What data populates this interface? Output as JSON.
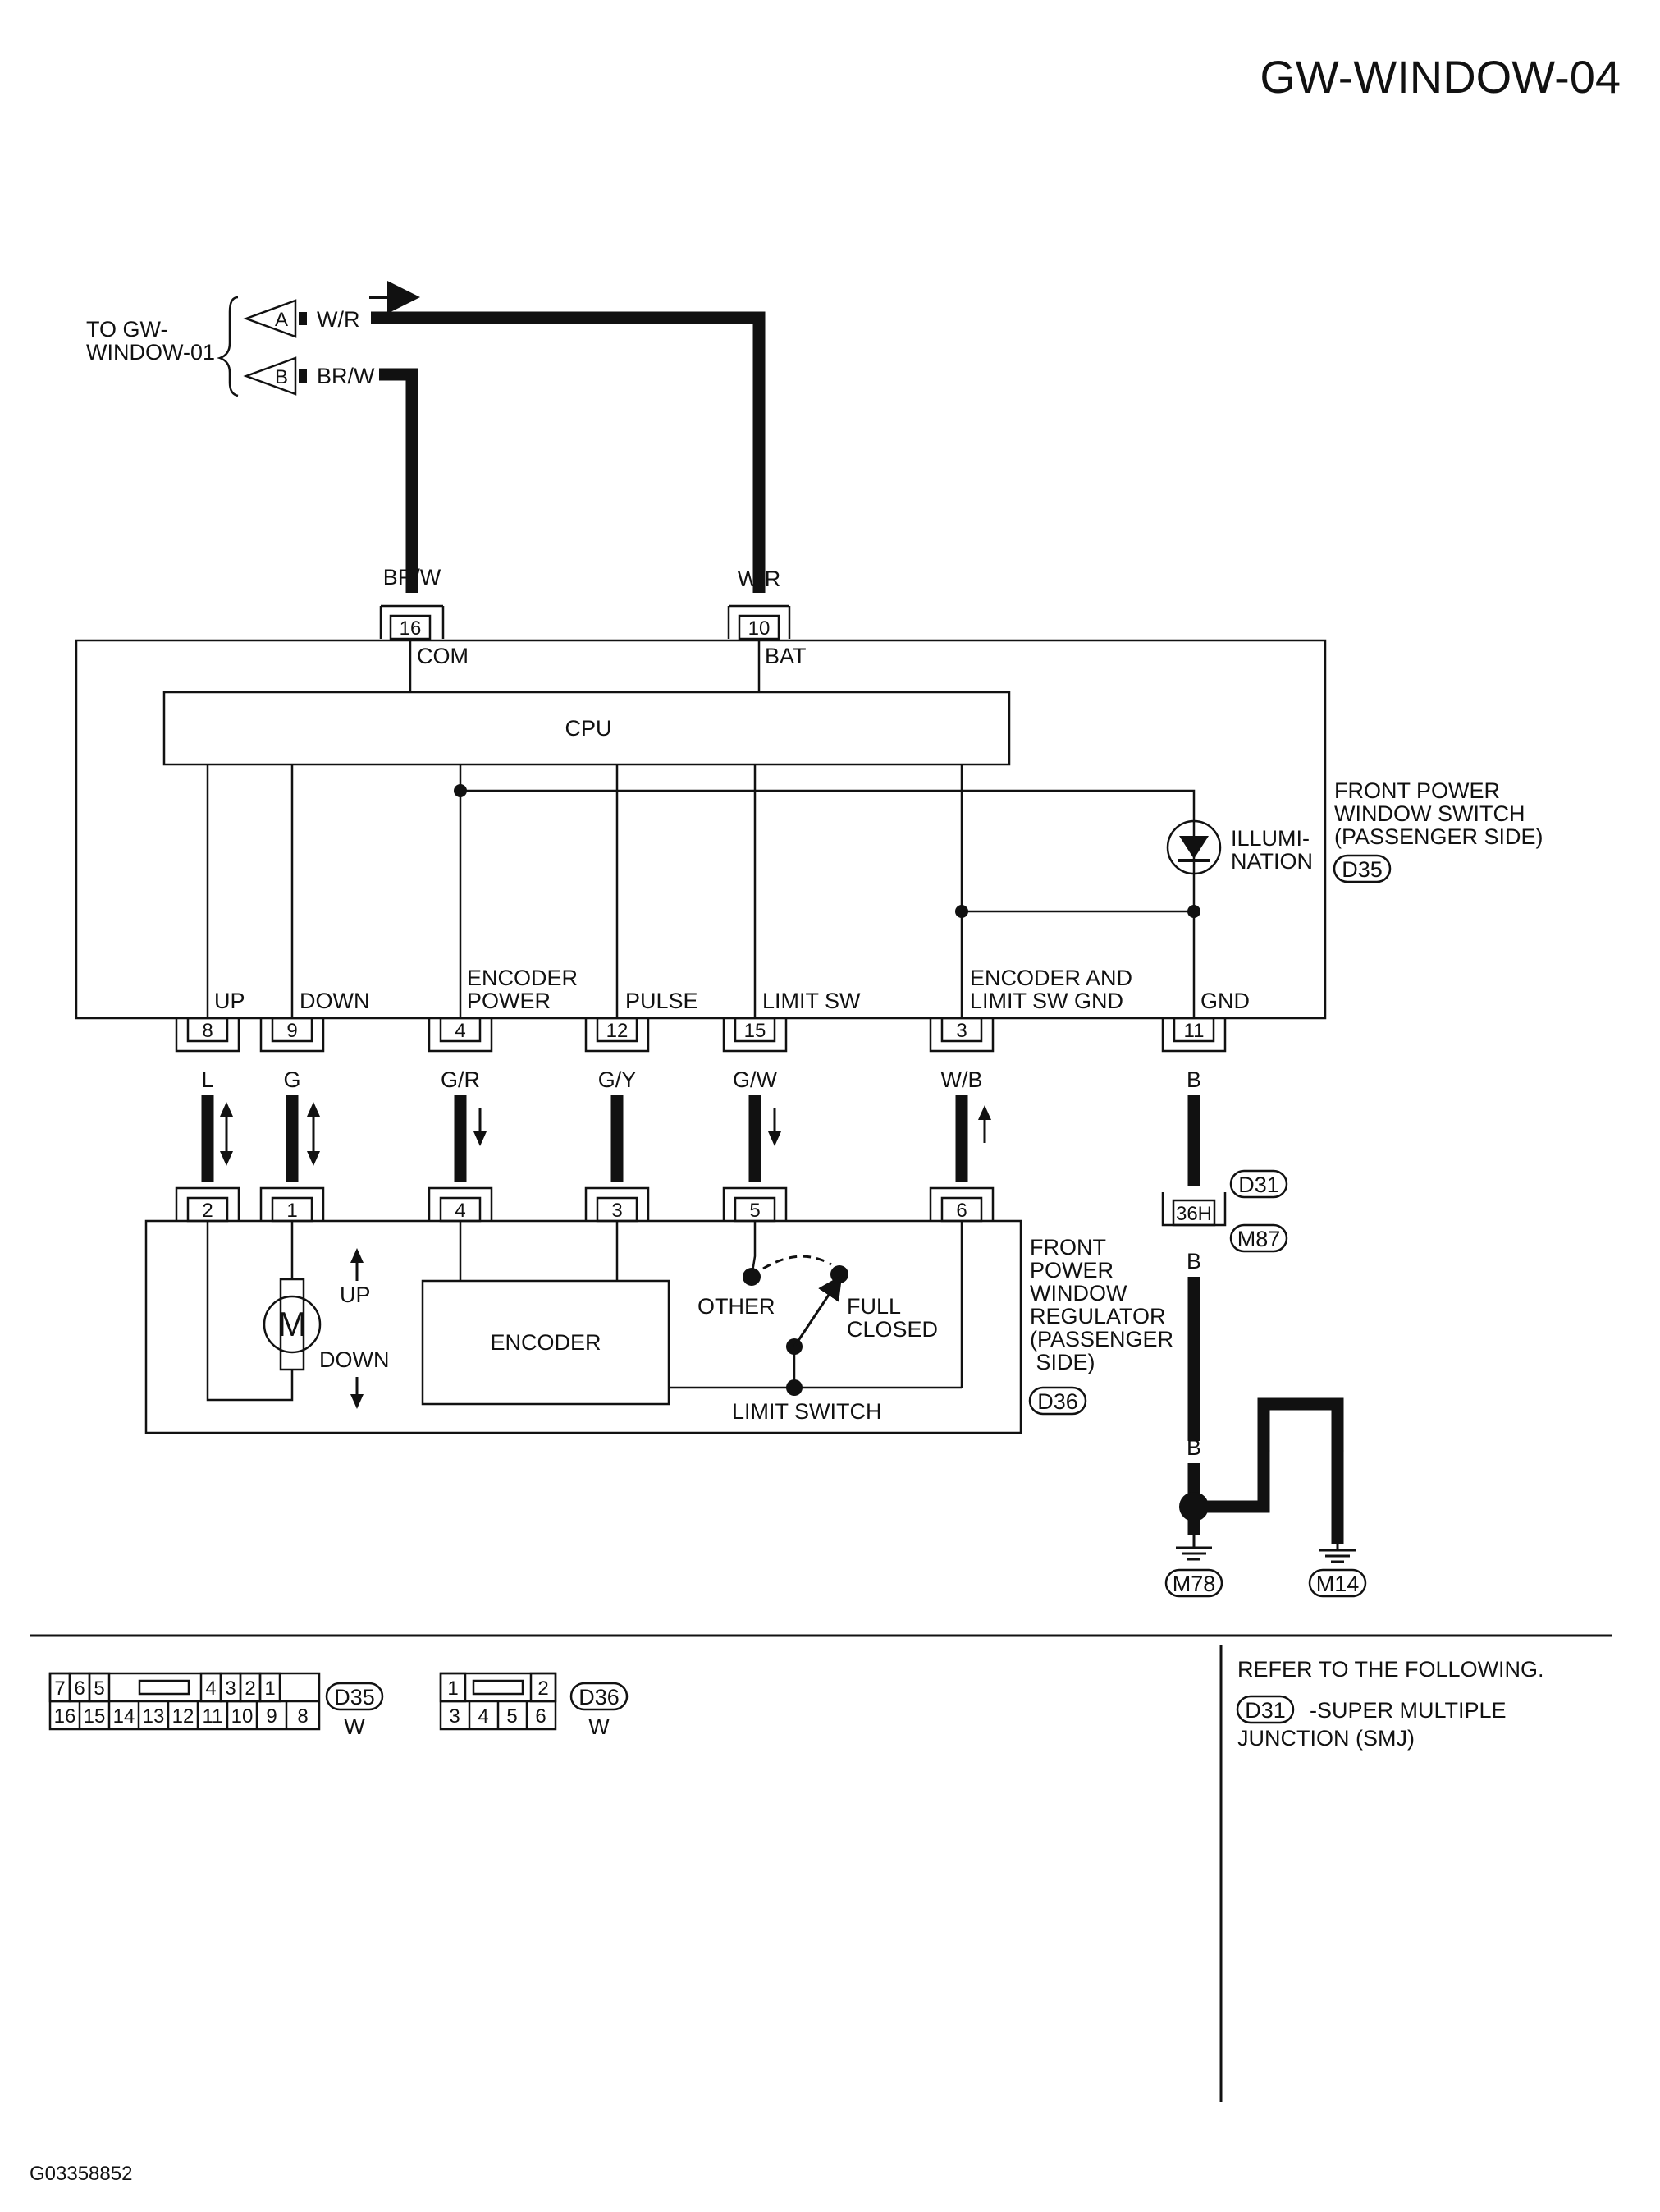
{
  "page_title": "GW-WINDOW-04",
  "figure_id": "G03358852",
  "to_label": "TO GW-\nWINDOW-01",
  "connectors_in": [
    {
      "letter": "A",
      "wire": "W/R"
    },
    {
      "letter": "B",
      "wire": "BR/W"
    }
  ],
  "switch": {
    "name": "FRONT POWER\nWINDOW SWITCH\n(PASSENGER SIDE)",
    "connector": "D35",
    "cpu_label": "CPU",
    "illumination_label": "ILLUMI-\nNATION",
    "top_pins": [
      {
        "num": "16",
        "wire": "BR/W",
        "func": "COM"
      },
      {
        "num": "10",
        "wire": "W/R",
        "func": "BAT"
      }
    ],
    "bottom_pins": [
      {
        "num": "8",
        "func": "UP",
        "wire": "L"
      },
      {
        "num": "9",
        "func": "DOWN",
        "wire": "G"
      },
      {
        "num": "4",
        "func": "ENCODER\nPOWER",
        "wire": "G/R"
      },
      {
        "num": "12",
        "func": "PULSE",
        "wire": "G/Y"
      },
      {
        "num": "15",
        "func": "LIMIT SW",
        "wire": "G/W"
      },
      {
        "num": "3",
        "func": "ENCODER AND\nLIMIT SW GND",
        "wire": "W/B"
      },
      {
        "num": "11",
        "func": "GND",
        "wire": "B"
      }
    ]
  },
  "regulator": {
    "name": "FRONT\nPOWER\nWINDOW\nREGULATOR\n(PASSENGER\nSIDE)",
    "connector": "D36",
    "pins": [
      "2",
      "1",
      "4",
      "3",
      "5",
      "6"
    ],
    "motor_label": "M",
    "up_label": "UP",
    "down_label": "DOWN",
    "encoder_label": "ENCODER",
    "other_label": "OTHER",
    "full_closed_label": "FULL\nCLOSED",
    "limit_switch_label": "LIMIT SWITCH"
  },
  "ground": {
    "joint_connector": "36H",
    "connector_tags": [
      "D31",
      "M87"
    ],
    "wire": "B",
    "grounds": [
      "M78",
      "M14"
    ]
  },
  "connector_views": [
    {
      "id": "D35",
      "color": "W",
      "top_row": [
        "7",
        "6",
        "5",
        "4",
        "3",
        "2",
        "1"
      ],
      "bottom_row": [
        "16",
        "15",
        "14",
        "13",
        "12",
        "11",
        "10",
        "9",
        "8"
      ]
    },
    {
      "id": "D36",
      "color": "W",
      "top_row": [
        "1",
        "2"
      ],
      "bottom_row": [
        "3",
        "4",
        "5",
        "6"
      ]
    }
  ],
  "refer": {
    "heading": "REFER TO THE FOLLOWING.",
    "tag": "D31",
    "text": "-SUPER MULTIPLE\nJUNCTION (SMJ)"
  }
}
